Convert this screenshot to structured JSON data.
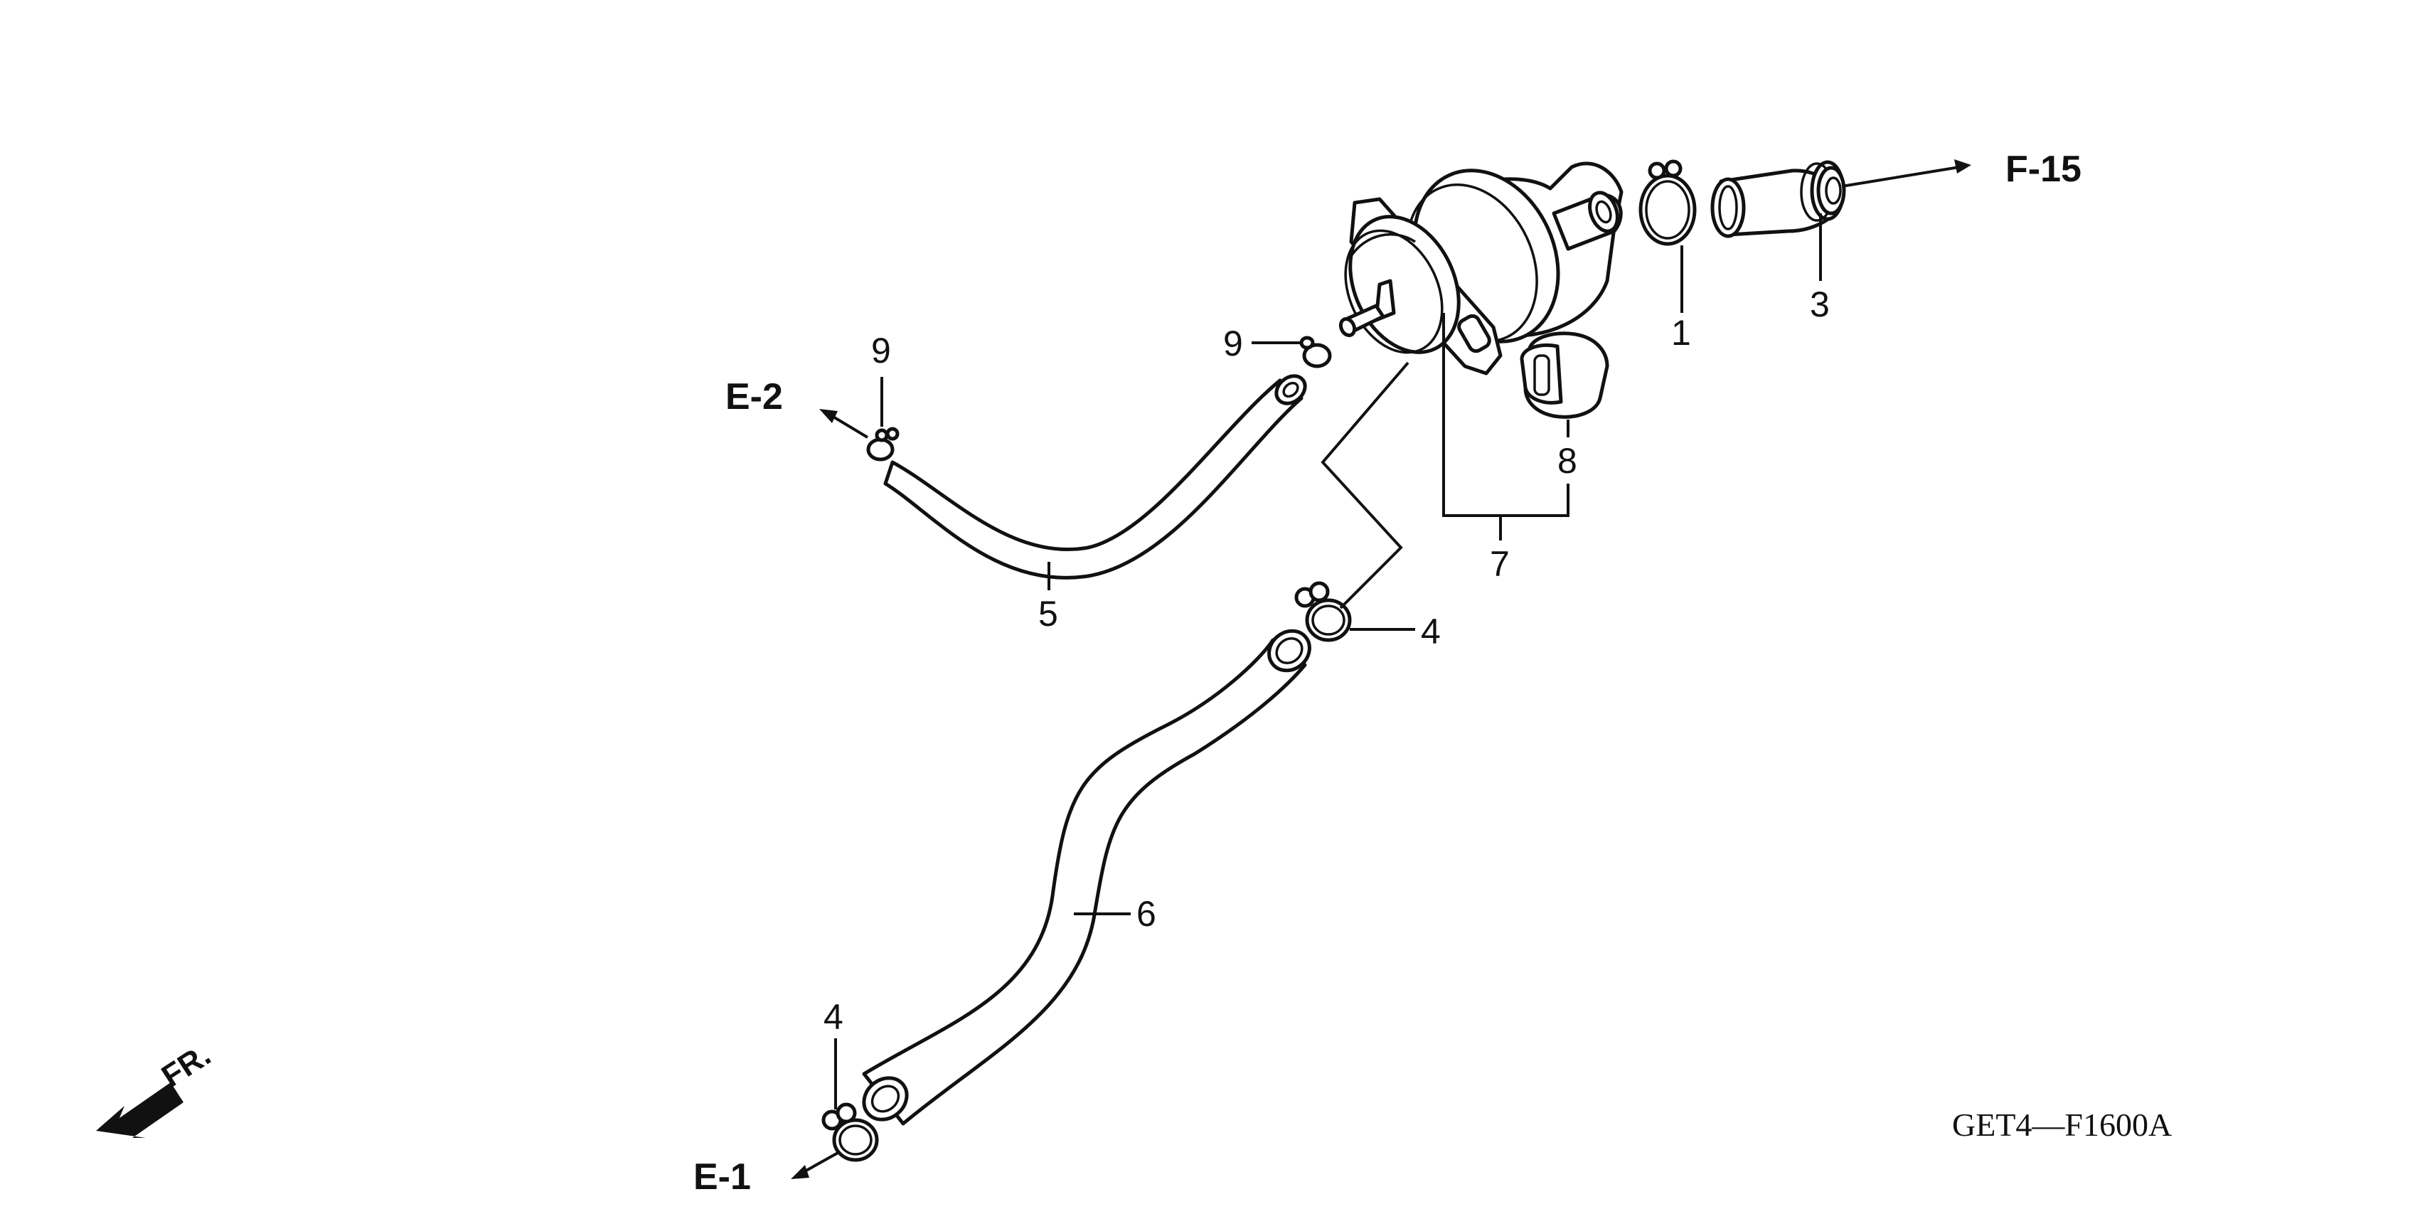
{
  "callouts": {
    "p1": "1",
    "p3": "3",
    "p4_upper": "4",
    "p4_lower": "4",
    "p5": "5",
    "p6": "6",
    "p7": "7",
    "p8": "8",
    "p9_left": "9",
    "p9_mid": "9"
  },
  "references": {
    "f15": "F-15",
    "e2": "E-2",
    "e1": "E-1"
  },
  "direction": {
    "label": "FR."
  },
  "diagram_code": "GET4—F1600A"
}
